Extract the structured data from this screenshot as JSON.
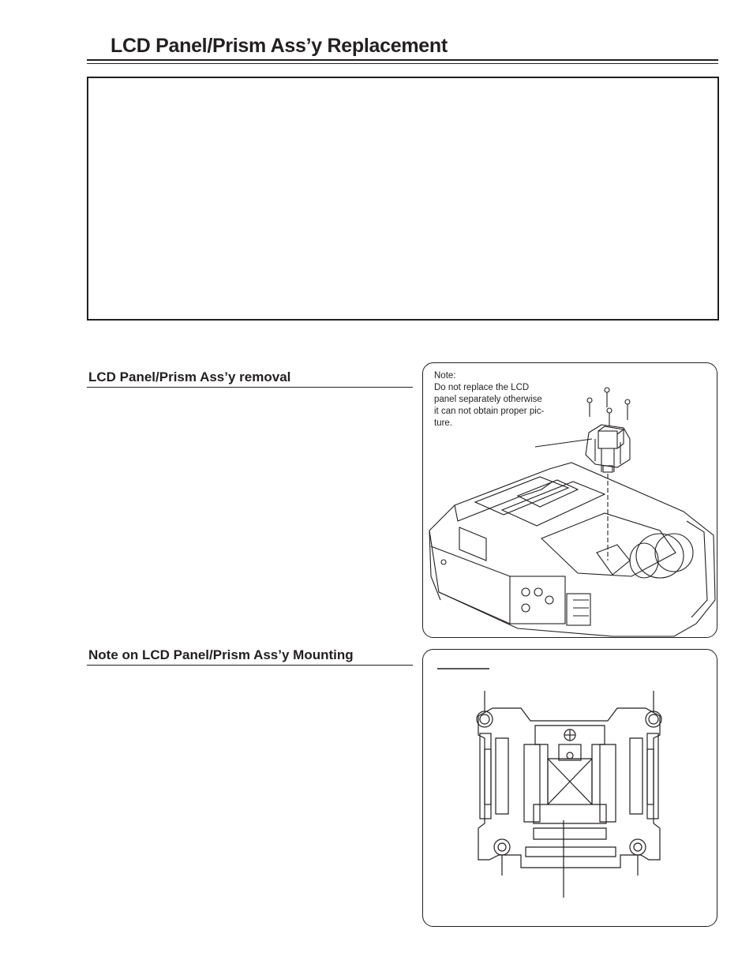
{
  "page": {
    "title": "LCD Panel/Prism Ass’y Replacement"
  },
  "sections": {
    "removal": {
      "heading": "LCD Panel/Prism Ass’y removal"
    },
    "mounting": {
      "heading": "Note on LCD Panel/Prism Ass’y Mounting"
    }
  },
  "figure_removal": {
    "note_label": "Note:",
    "note_lines": [
      "Do not replace the LCD",
      "panel separately otherwise",
      "it can not obtain proper pic-",
      "ture."
    ],
    "icon": "projector-exploded-view"
  },
  "figure_mounting": {
    "icon": "prism-bracket-bottom-view"
  }
}
